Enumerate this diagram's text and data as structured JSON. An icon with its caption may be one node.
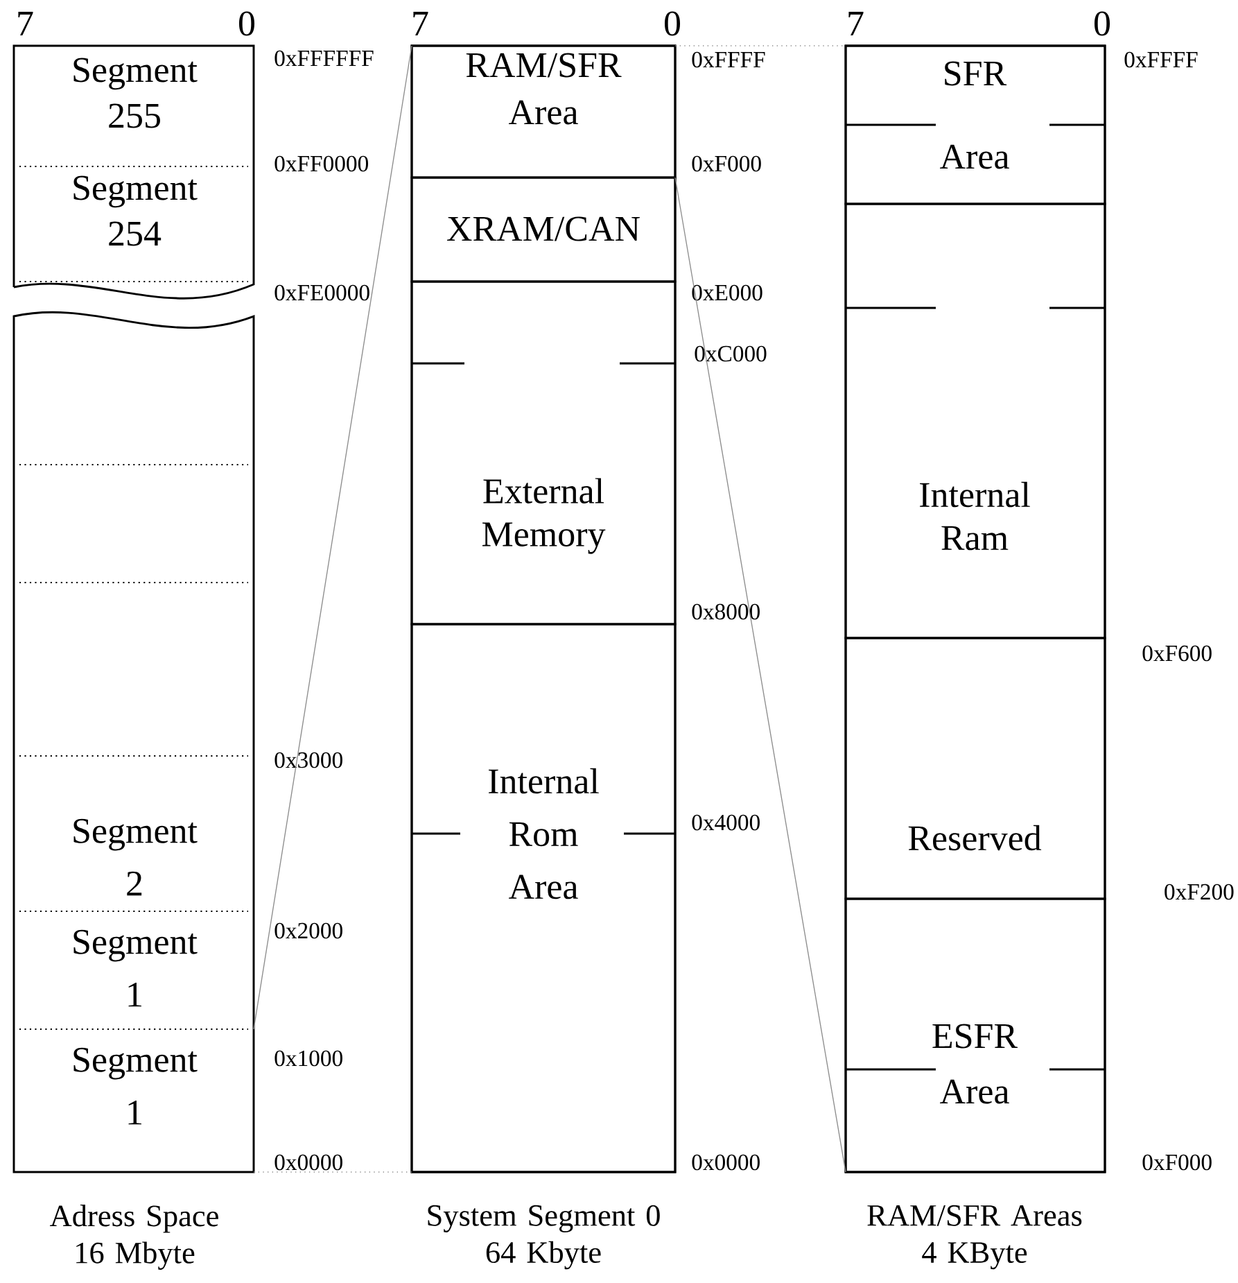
{
  "diagram": {
    "nodes": [
      {
        "text": [],
        "shape": "box",
        "beside": [
          "Adress Space 16 Mbyte"
        ]
      },
      {
        "text": [
          "Segment 255"
        ],
        "in": 0
      },
      {
        "text": [
          "Segment 254"
        ],
        "in": 0
      },
      {
        "text": [
          "Segment 2"
        ],
        "in": 0
      },
      {
        "text": [
          "Segment 1"
        ],
        "in": 0
      },
      {
        "text": [
          "Segment 1"
        ],
        "in": 0
      },
      {
        "text": [],
        "shape": "box",
        "beside": [
          "System Segment 0 64 Kbyte"
        ]
      },
      {
        "text": [
          "RAM/SFR Area"
        ],
        "in": 6
      },
      {
        "text": [
          "XRAM/CAN"
        ],
        "in": 6
      },
      {
        "text": [
          "External Memory"
        ],
        "in": 6
      },
      {
        "text": [
          "Internal Rom Area"
        ],
        "in": 6
      },
      {
        "text": [],
        "shape": "box",
        "beside": [
          "RAM/SFR Areas 4 KByte"
        ]
      },
      {
        "text": [
          "SFR Area"
        ],
        "in": 11
      },
      {
        "text": [
          "Internal Ram"
        ],
        "in": 11
      },
      {
        "text": [
          "Reserved"
        ],
        "in": 11
      },
      {
        "text": [
          "ESFR Area"
        ],
        "in": 11
      }
    ],
    "edges": [
      {
        "from": 5,
        "to": 6,
        "arrow": "none"
      },
      {
        "from": 5,
        "to": 6,
        "arrow": "none",
        "style": "dashed"
      },
      {
        "from": 7,
        "to": 11,
        "arrow": "none",
        "style": "dashed"
      },
      {
        "from": 7,
        "to": 11,
        "arrow": "none"
      }
    ],
    "labels": [
      "7",
      "0",
      "7",
      "0",
      "7",
      "0",
      "0xFFFFFF",
      "0xFF0000",
      "0xFE0000",
      "0x3000",
      "0x2000",
      "0x1000",
      "0x0000",
      "0xFFFF",
      "0xF000",
      "0xE000",
      "0xC000",
      "0x8000",
      "0x4000",
      "0x0000",
      "0xFFFF",
      "0xF600",
      "0xF200",
      "0xF000"
    ]
  }
}
